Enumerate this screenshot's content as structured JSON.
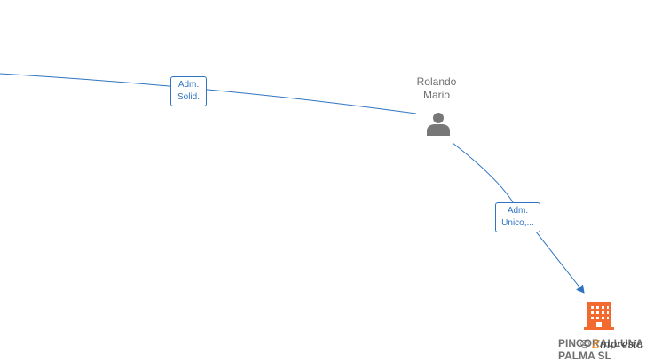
{
  "colors": {
    "edge": "#2f74c0",
    "person_icon": "#777777",
    "company_icon": "#f26a2e",
    "text": "#6f6f6f",
    "watermark_accent": "#f08a1c"
  },
  "nodes": {
    "person": {
      "name_line1": "Rolando",
      "name_line2": "Mario",
      "icon": "person-icon"
    },
    "company": {
      "name_line1": "PINCORALLUNA",
      "name_line2": "PALMA SL",
      "icon": "building-icon"
    }
  },
  "edges": {
    "incoming_to_person": {
      "label_line1": "Adm.",
      "label_line2": "Solid."
    },
    "person_to_company": {
      "label_line1": "Adm.",
      "label_line2": "Unico,..."
    }
  },
  "watermark": {
    "copyright": "©",
    "brand_initial": "E",
    "brand_rest": "mpresia"
  }
}
